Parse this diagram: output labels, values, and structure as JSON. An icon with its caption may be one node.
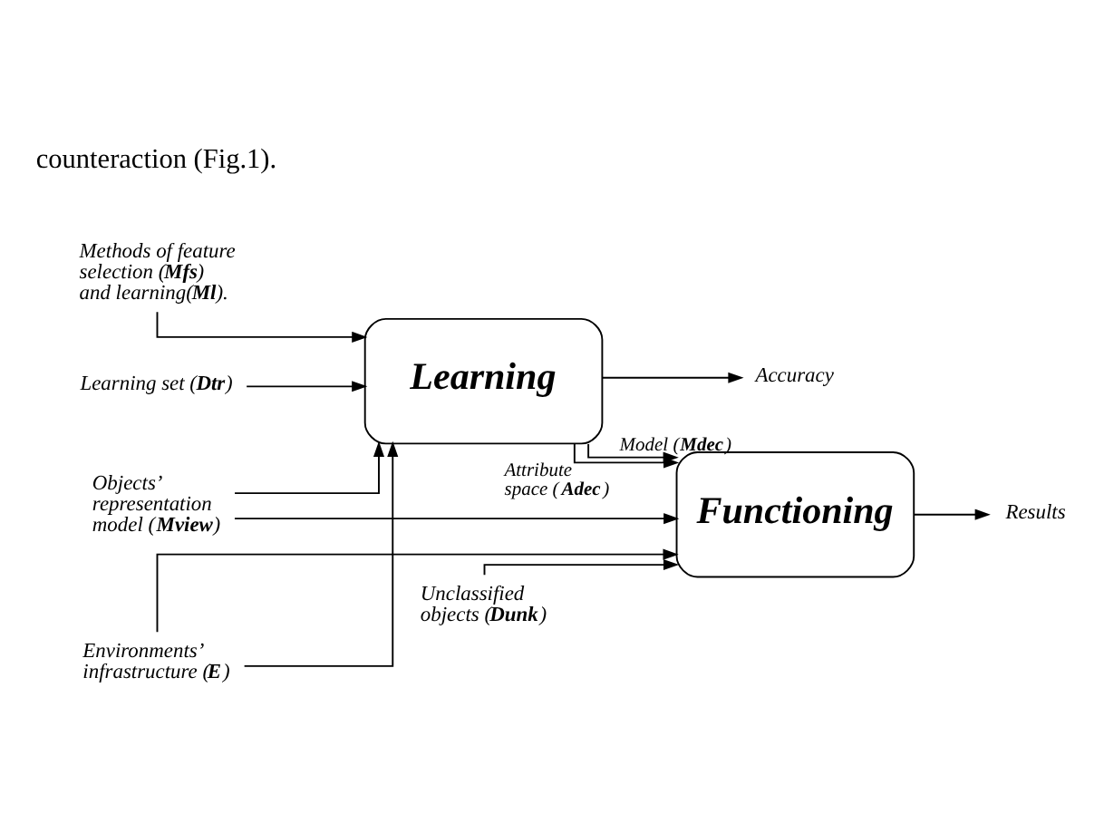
{
  "diagram": {
    "nodes": [
      {
        "text": [
          "Learning"
        ]
      },
      {
        "text": [
          "Functioning"
        ]
      },
      {
        "text": [
          "Methods of feature selection (**Mfs**) and learning(**Ml**)."
        ]
      },
      {
        "text": [
          "Objects’ representation model (**Mview**)"
        ]
      },
      {
        "text": [
          "Learning set (**Dtr**)"
        ]
      },
      {
        "text": [
          "Unclassified objects (**Dunk**)"
        ]
      },
      {
        "text": [
          "Environments’ infrastructure (**E**)"
        ]
      },
      {
        "text": [
          "Accuracy"
        ]
      },
      {
        "text": [
          "Results"
        ]
      }
    ],
    "edges": [
      {
        "from": 2,
        "to": 0,
        "arrow": "to"
      },
      {
        "from": 3,
        "to": 0,
        "arrow": "to"
      },
      {
        "from": 3,
        "to": 1,
        "arrow": "to"
      },
      {
        "from": 4,
        "to": 0,
        "arrow": "to"
      },
      {
        "from": 0,
        "to": 7,
        "arrow": "to"
      },
      {
        "from": 0,
        "to": 1,
        "label": "Attribute space (**Adec**)",
        "arrow": "to"
      },
      {
        "from": 0,
        "to": 1,
        "label": "Model (**Mdec**)",
        "arrow": "to"
      },
      {
        "from": 5,
        "to": 1,
        "arrow": "to"
      },
      {
        "from": 6,
        "to": 1,
        "arrow": "to"
      },
      {
        "from": 6,
        "to": 0,
        "arrow": "to"
      },
      {
        "from": 1,
        "to": 8,
        "arrow": "to"
      }
    ],
    "labels": [
      "counteraction (Fig.1)."
    ]
  }
}
